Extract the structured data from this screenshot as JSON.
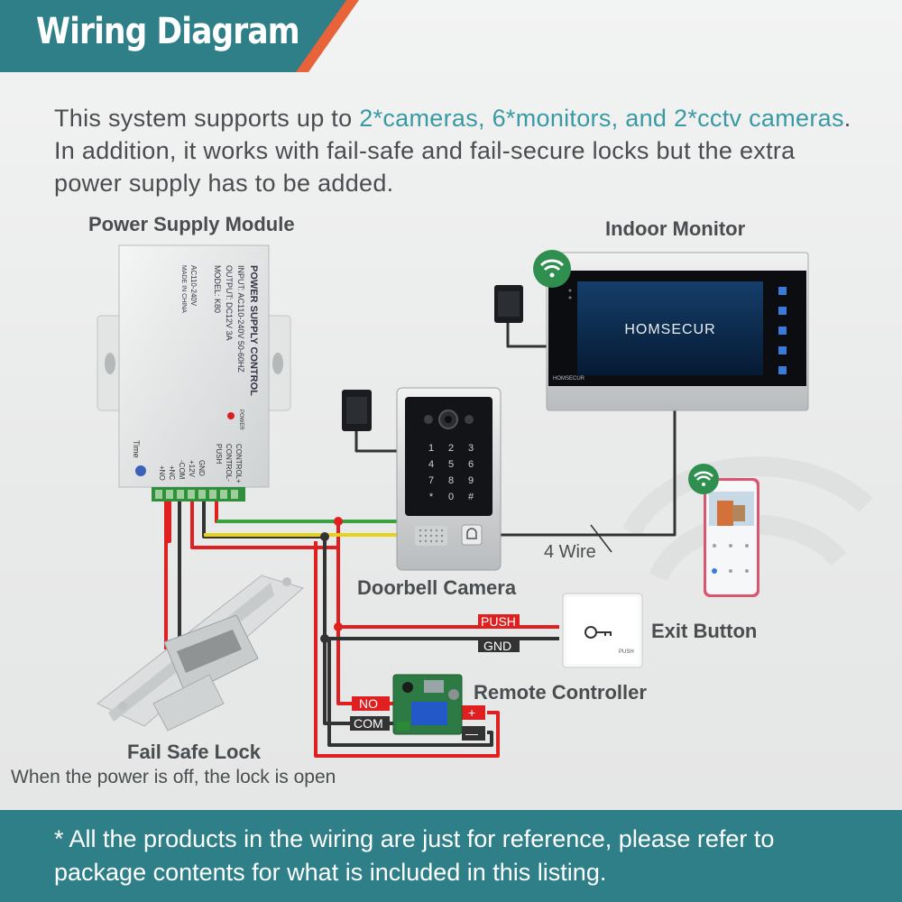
{
  "header": {
    "title": "Wiring Diagram"
  },
  "intro": {
    "prefix": "This system supports up to ",
    "highlight": "2*cameras, 6*monitors, and 2*cctv cameras",
    "suffix": ". In addition, it works with fail-safe and fail-secure locks but the extra power supply has to be added."
  },
  "labels": {
    "power_supply": "Power Supply Module",
    "indoor_monitor": "Indoor Monitor",
    "doorbell_camera": "Doorbell Camera",
    "exit_button": "Exit Button",
    "remote_controller": "Remote Controller",
    "fail_safe_lock": "Fail Safe Lock",
    "lock_note": "When the power is off, the lock is open",
    "four_wire": "4 Wire"
  },
  "power_supply": {
    "title": "POWER SUPPLY CONTROL",
    "input": "INPUT: AC110-240V 50-60HZ",
    "output": "OUTPUT: DC12V  3A",
    "model": "MODEL: K80",
    "ac": "AC110-240V",
    "made": "MADE IN CHINA",
    "power": "POWER",
    "time": "Time",
    "terminals": [
      "+NO",
      "+NC",
      "-COM",
      "+12V",
      "GND",
      "PUSH",
      "CONTROL-",
      "CONTROL+"
    ]
  },
  "monitor": {
    "brand": "HOMSECUR",
    "brand_small": "HOMSECUR"
  },
  "keypad": {
    "keys": [
      "1",
      "2",
      "3",
      "4",
      "5",
      "6",
      "7",
      "8",
      "9",
      "*",
      "0",
      "#"
    ]
  },
  "wire_tags": {
    "push": "PUSH",
    "gnd": "GND",
    "no": "NO",
    "com": "COM",
    "plus": "+",
    "minus": "—"
  },
  "exit_button": {
    "push": "PUSH"
  },
  "footer": {
    "text": "* All the products in the wiring are just for reference, please refer to package contents for what is included in this listing."
  },
  "colors": {
    "teal": "#2e7f88",
    "accent": "#e8623a",
    "highlight": "#3a9aa3",
    "wire_red": "#e02020",
    "wire_black": "#333333",
    "wire_yellow": "#e6d21a",
    "wire_green": "#3aa040"
  }
}
